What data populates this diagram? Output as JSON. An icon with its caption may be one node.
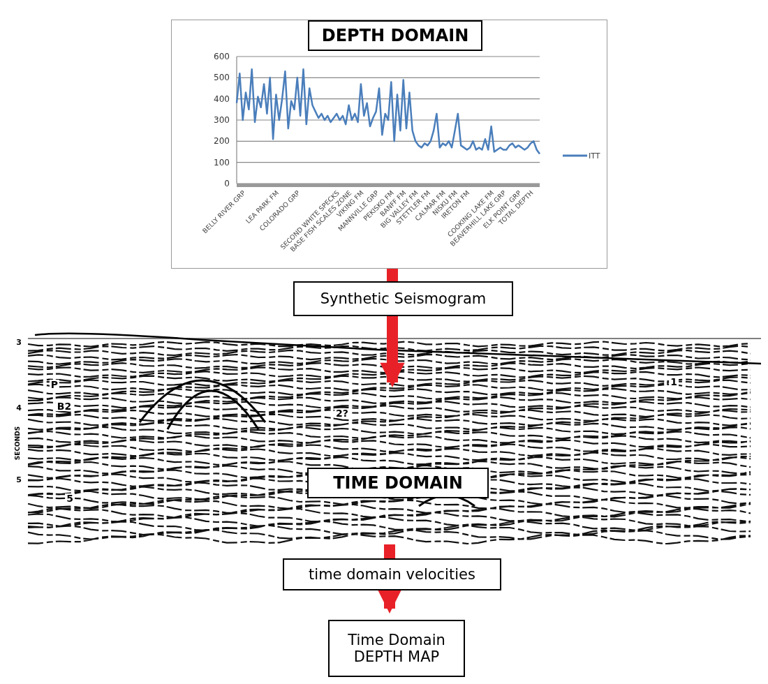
{
  "diagram": {
    "nodes": [
      {
        "text": [],
        "shape": "box"
      },
      {
        "text": [
          "DEPTH DOMAIN"
        ],
        "in": 0
      },
      {
        "text": [],
        "shape": "picture"
      },
      {
        "text": [
          "TIME DOMAIN"
        ],
        "in": 2
      },
      {
        "text": [
          "Time Domain DEPTH MAP"
        ]
      }
    ],
    "edges": [
      {
        "from": 0,
        "to": 2,
        "arrow": "to",
        "label": "Synthetic Seismogram"
      },
      {
        "from": 2,
        "to": 4,
        "arrow": "to",
        "label": "time domain velocities"
      }
    ],
    "labels": [
      "3",
      "4",
      "5",
      "SECONDS",
      "P",
      "B2",
      "2?",
      "5",
      "1"
    ],
    "chart_data": {
      "type": "line",
      "categories": [
        null,
        null,
        null,
        "BELLY RIVER GRP",
        null,
        null,
        null,
        null,
        null,
        null,
        null,
        null,
        null,
        null,
        "LEA PARK FM",
        null,
        null,
        null,
        null,
        null,
        null,
        "COLORADO GRP",
        null,
        null,
        null,
        null,
        null,
        null,
        null,
        null,
        null,
        null,
        null,
        null,
        "SECOND WHITE SPECKS",
        null,
        null,
        null,
        "BASE FISH SCALES ZONE",
        null,
        null,
        null,
        "VIKING FM",
        null,
        null,
        null,
        null,
        "MANNVILLE GRP",
        null,
        null,
        null,
        null,
        "PEKISKO FM",
        null,
        null,
        null,
        "BANFF FM",
        null,
        null,
        null,
        "BIG VALLEY FM",
        null,
        null,
        null,
        "STETTLER FM",
        null,
        null,
        null,
        null,
        "CALMAR FM",
        null,
        null,
        null,
        "NISKU FM",
        null,
        null,
        null,
        "IRETON FM",
        null,
        null,
        null,
        null,
        null,
        null,
        null,
        "COOKING LAKE FM",
        null,
        null,
        null,
        "BEAVERHILL LAKE GRP",
        null,
        null,
        null,
        null,
        "ELK POINT GRP",
        null,
        null,
        null,
        "TOTAL DEPTH",
        null,
        null
      ],
      "series": [
        {
          "name": "ITT",
          "color": "#4a7ebb",
          "values": [
            380,
            520,
            300,
            430,
            350,
            540,
            290,
            410,
            360,
            470,
            330,
            500,
            210,
            420,
            300,
            400,
            530,
            260,
            390,
            350,
            500,
            320,
            540,
            280,
            450,
            370,
            340,
            310,
            330,
            300,
            320,
            290,
            310,
            330,
            300,
            320,
            280,
            370,
            300,
            330,
            290,
            470,
            320,
            380,
            270,
            310,
            340,
            450,
            230,
            330,
            300,
            480,
            200,
            420,
            250,
            490,
            260,
            430,
            250,
            200,
            180,
            170,
            190,
            180,
            200,
            250,
            330,
            170,
            190,
            180,
            200,
            170,
            250,
            330,
            180,
            170,
            160,
            170,
            200,
            160,
            170,
            160,
            210,
            160,
            270,
            150,
            160,
            170,
            160,
            160,
            180,
            190,
            170,
            180,
            170,
            160,
            170,
            190,
            200,
            160,
            140
          ]
        }
      ],
      "ylim": [
        0,
        600
      ],
      "grid": true,
      "yticks": [
        0,
        100,
        200,
        300,
        400,
        500,
        600
      ]
    }
  }
}
